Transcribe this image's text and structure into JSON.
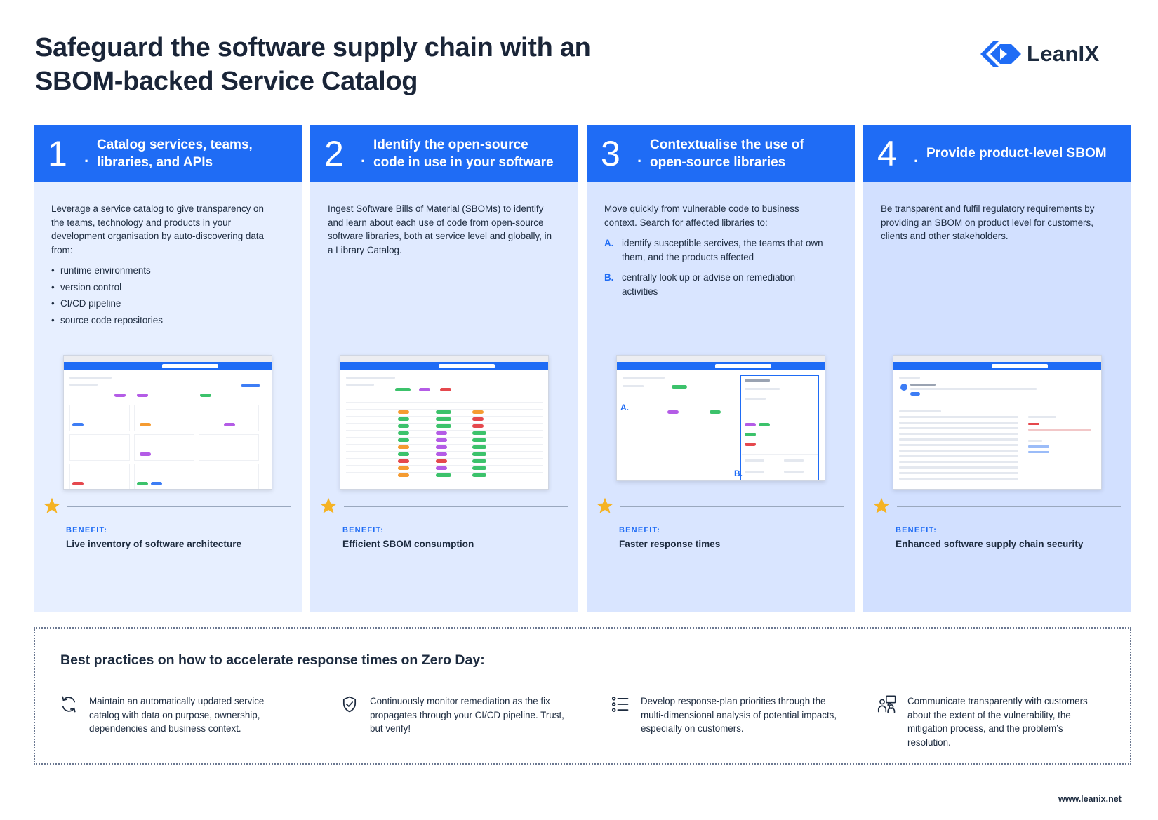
{
  "header": {
    "title_line1": "Safeguard the software supply chain with an",
    "title_line2": "SBOM-backed Service Catalog",
    "logo_text": "LeanIX",
    "brand_color": "#1f6cf5"
  },
  "columns": [
    {
      "number": "1",
      "title": "Catalog services, teams, libraries, and APIs",
      "body": "Leverage a service catalog to give transparency on the teams, technology and products in your development organisation by auto-discovering data from:",
      "bullets": [
        "runtime environments",
        "version control",
        "CI/CD pipeline",
        "source code repositories"
      ],
      "benefit_label": "BENEFIT:",
      "benefit_text": "Live inventory of software architecture"
    },
    {
      "number": "2",
      "title": "Identify the open-source code in use in your software",
      "body": "Ingest Software Bills of Material (SBOMs) to identify and learn about each use of code from open-source software libraries, both at service level and globally, in a Library Catalog.",
      "benefit_label": "BENEFIT:",
      "benefit_text": "Efficient SBOM consumption"
    },
    {
      "number": "3",
      "title": "Contextualise the use of open-source libraries",
      "body": "Move quickly from vulnerable code to business context. Search for affected libraries to:",
      "steps": [
        {
          "letter": "A.",
          "text": "identify susceptible sercives, the teams that own them, and the products affected"
        },
        {
          "letter": "B.",
          "text": "centrally look up or advise on remediation activities"
        }
      ],
      "shot_label_a": "A.",
      "shot_label_b": "B.",
      "benefit_label": "BENEFIT:",
      "benefit_text": "Faster response times"
    },
    {
      "number": "4",
      "title": "Provide product-level SBOM",
      "body": "Be transparent and fulfil regulatory requirements by providing an SBOM on product level for customers, clients and other stakeholders.",
      "benefit_label": "BENEFIT:",
      "benefit_text": "Enhanced software supply chain security"
    }
  ],
  "practices": {
    "title": "Best practices on how to accelerate response times on Zero Day:",
    "items": [
      {
        "icon": "refresh-icon",
        "text": "Maintain an automatically updated service catalog with data on purpose, ownership, dependencies and business context."
      },
      {
        "icon": "shield-check-icon",
        "text": "Continuously monitor remediation as the fix propagates through your CI/CD pipeline. Trust, but verify!"
      },
      {
        "icon": "list-icon",
        "text": "Develop response-plan priorities through the multi-dimensional analysis of potential impacts, especially on customers."
      },
      {
        "icon": "communication-icon",
        "text": "Communicate transparently with customers about the extent of the vulnerability, the mitigation process, and the problem’s resolution."
      }
    ]
  },
  "footer": {
    "url": "www.leanix.net"
  },
  "colors": {
    "star": "#f5b324",
    "column_header": "#1f6cf5",
    "column_bg": "#e3ecff"
  }
}
